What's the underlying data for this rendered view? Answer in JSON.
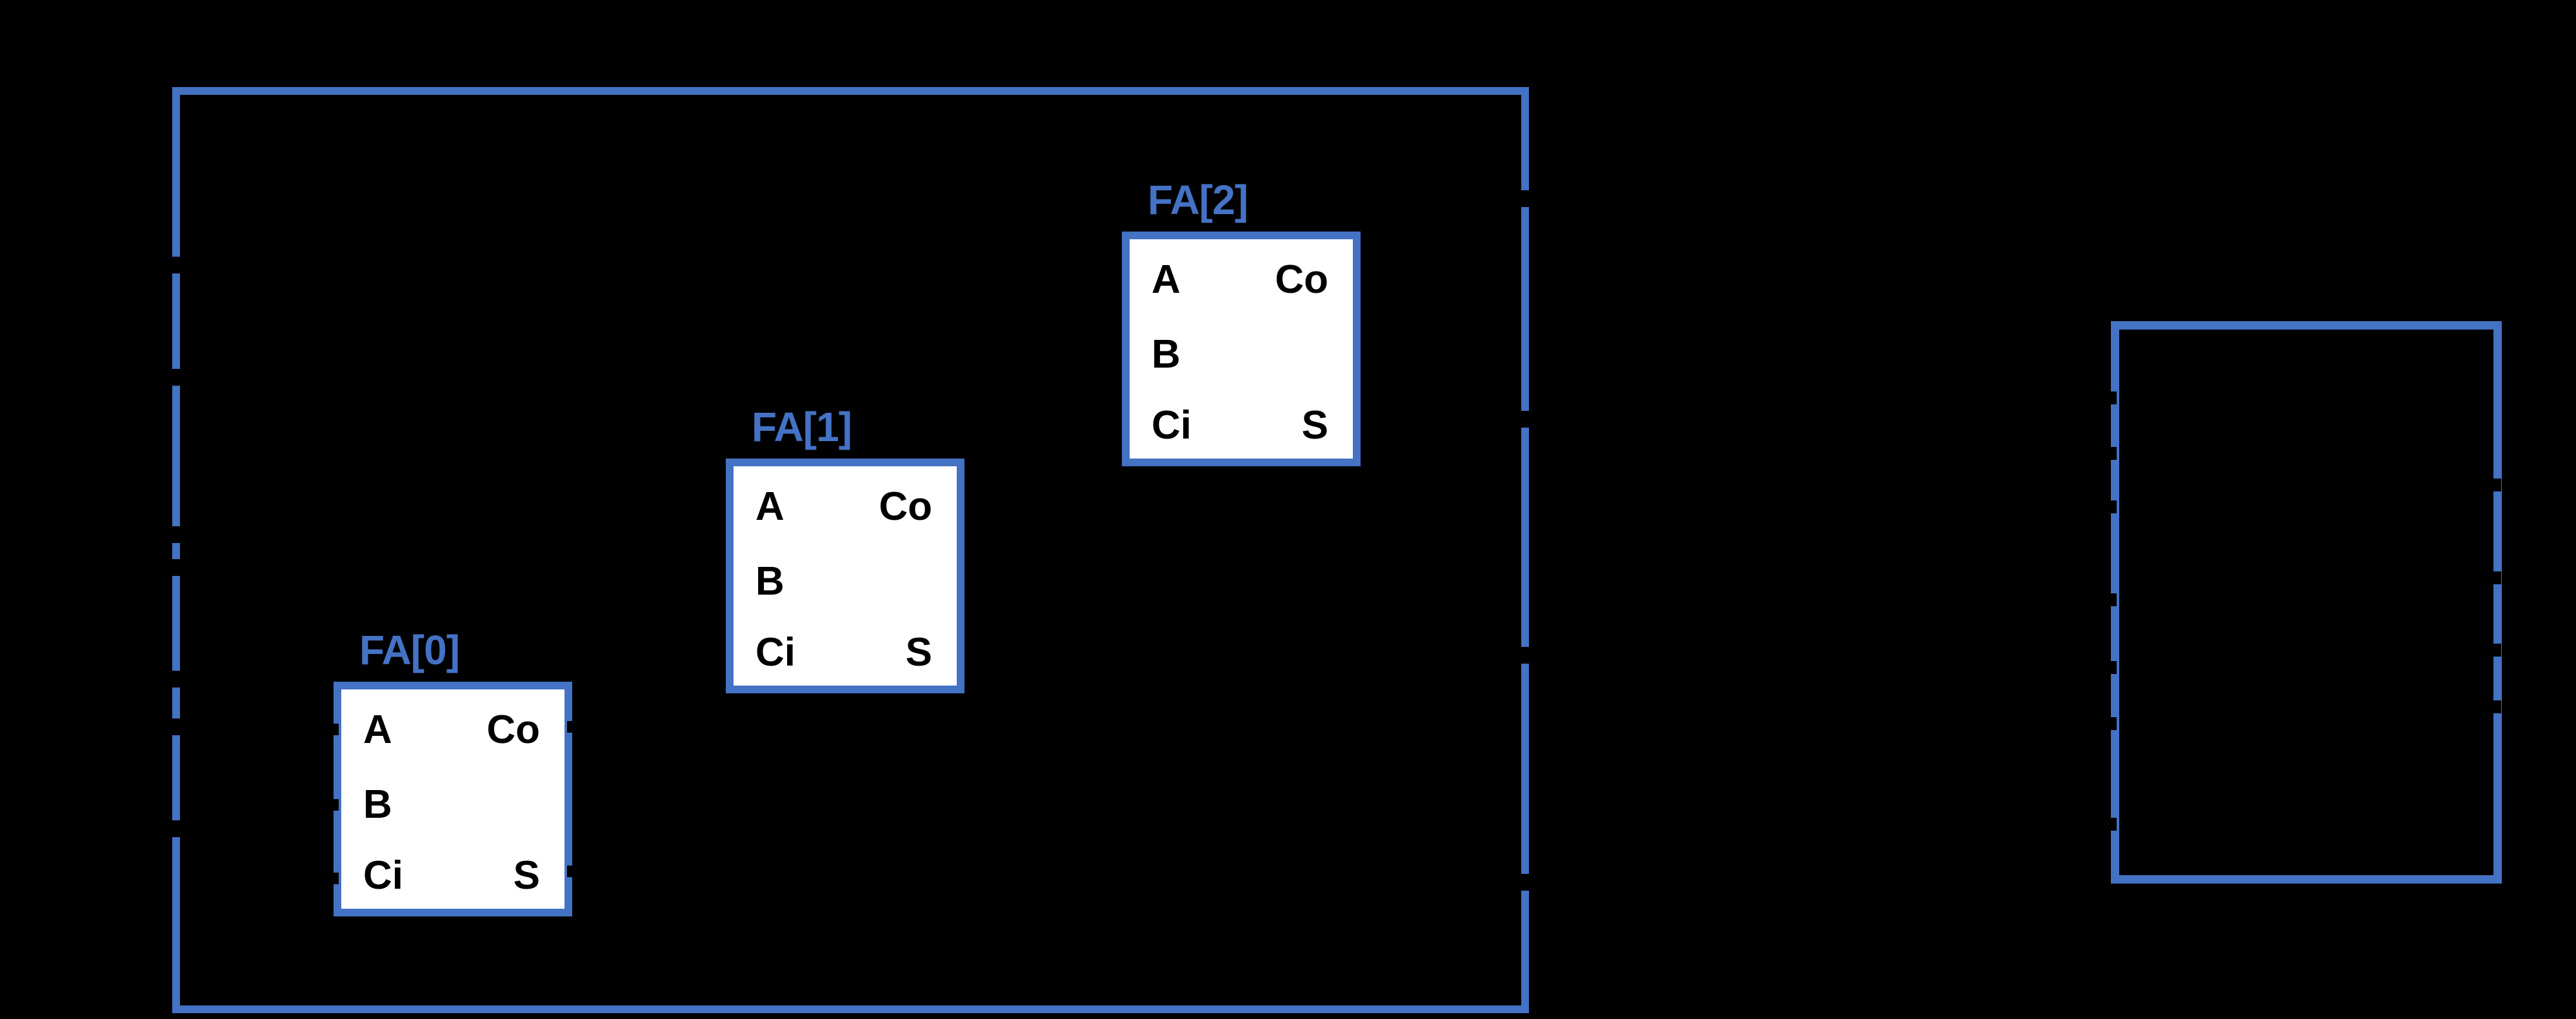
{
  "colors": {
    "accent_blue": "#4472C4",
    "background": "#000000",
    "block_fill": "#FFFFFF",
    "port_text": "#000000"
  },
  "full_adders": [
    {
      "label": "FA[0]",
      "ports": {
        "a": "A",
        "b": "B",
        "ci": "Ci",
        "co": "Co",
        "s": "S"
      }
    },
    {
      "label": "FA[1]",
      "ports": {
        "a": "A",
        "b": "B",
        "ci": "Ci",
        "co": "Co",
        "s": "S"
      }
    },
    {
      "label": "FA[2]",
      "ports": {
        "a": "A",
        "b": "B",
        "ci": "Ci",
        "co": "Co",
        "s": "S"
      }
    }
  ],
  "wire_crossings": {
    "module_left": [
      411,
      585,
      829,
      880,
      1053,
      1127,
      1285
    ],
    "module_right": [
      308,
      650,
      1016,
      1368
    ],
    "fa0_left": [
      1131,
      1248,
      1362
    ],
    "fa0_right": [
      1127,
      1351
    ],
    "symbol_left": [
      617,
      703,
      786,
      930,
      1035,
      1122,
      1278
    ],
    "symbol_right": [
      752,
      896,
      1008,
      1096
    ]
  }
}
